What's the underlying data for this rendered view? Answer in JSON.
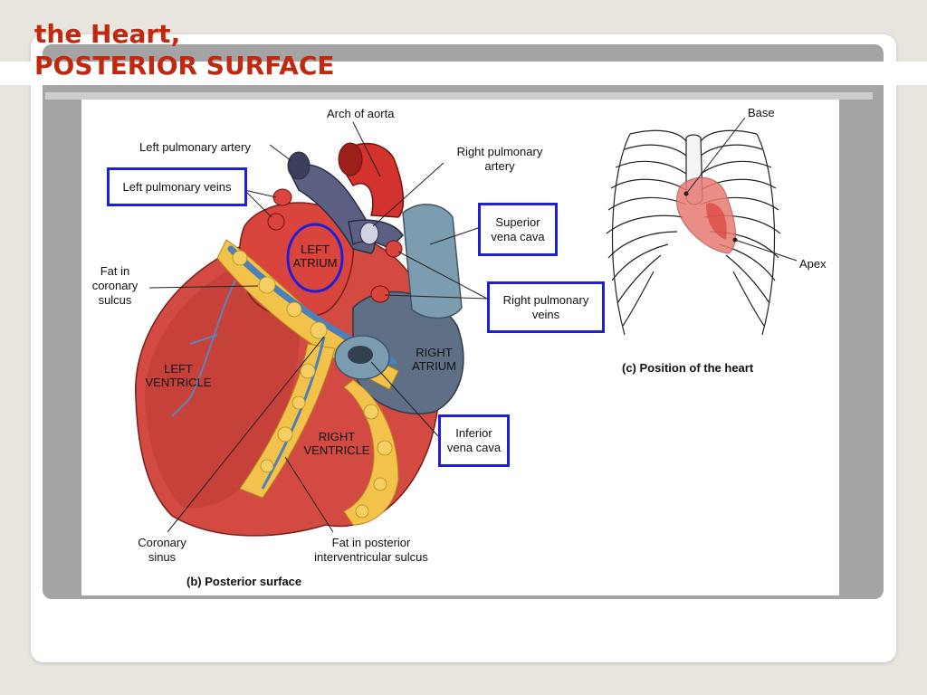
{
  "title": {
    "line1": "the Heart,",
    "line2": "POSTERIOR SURFACE"
  },
  "colors": {
    "title": "#c0290f",
    "highlight_box": "#1f1fd6",
    "ventricle": "#d24a42",
    "fat": "#f2c24a",
    "vein_blue": "#6f8fa8",
    "artery_red": "#d2332c",
    "pulmonary_artery": "#5b5f82"
  },
  "figure_b": {
    "caption": "(b) Posterior surface",
    "labels": {
      "arch_of_aorta": "Arch of aorta",
      "left_pulmonary_artery": "Left pulmonary artery",
      "right_pulmonary_artery": "Right pulmonary\nartery",
      "fat_in_coronary_sulcus": "Fat in\ncoronary\nsulcus",
      "coronary_sinus": "Coronary\nsinus",
      "fat_posterior_sulcus": "Fat in posterior\ninterventricular sulcus"
    },
    "inside_labels": {
      "left_atrium": "LEFT\nATRIUM",
      "left_ventricle": "LEFT\nVENTRICLE",
      "right_atrium": "RIGHT\nATRIUM",
      "right_ventricle": "RIGHT\nVENTRICLE"
    },
    "boxed_labels": {
      "left_pulmonary_veins": "Left pulmonary veins",
      "superior_vena_cava": "Superior\nvena cava",
      "right_pulmonary_veins": "Right pulmonary\nveins",
      "inferior_vena_cava": "Inferior\nvena cava"
    }
  },
  "figure_c": {
    "caption": "(c)  Position of the heart",
    "labels": {
      "base": "Base",
      "apex": "Apex"
    }
  }
}
